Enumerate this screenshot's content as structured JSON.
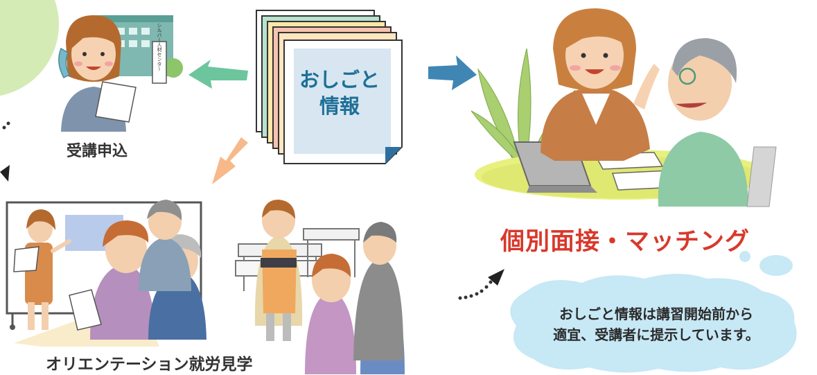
{
  "card": {
    "line1": "おしごと",
    "line2": "情報"
  },
  "steps": {
    "apply": "受講申込",
    "orientation": "オリエンテーション就労見学",
    "interview": "個別面接・マッチング"
  },
  "bubble": {
    "line1": "おしごと情報は講習開始前から",
    "line2": "適宜、受講者に提示しています。"
  },
  "sign_text": "シルバー人材センター",
  "colors": {
    "interview_red": "#d8392b",
    "card_text_blue": "#1e6f98",
    "bubble": "#c7e8f5",
    "arrow_left": "#6cc59d",
    "arrow_right": "#3f86b5",
    "arrow_down": "#f7b98a",
    "circle_green": "#cfe8b0",
    "table_yellow": "#e8f07e"
  }
}
